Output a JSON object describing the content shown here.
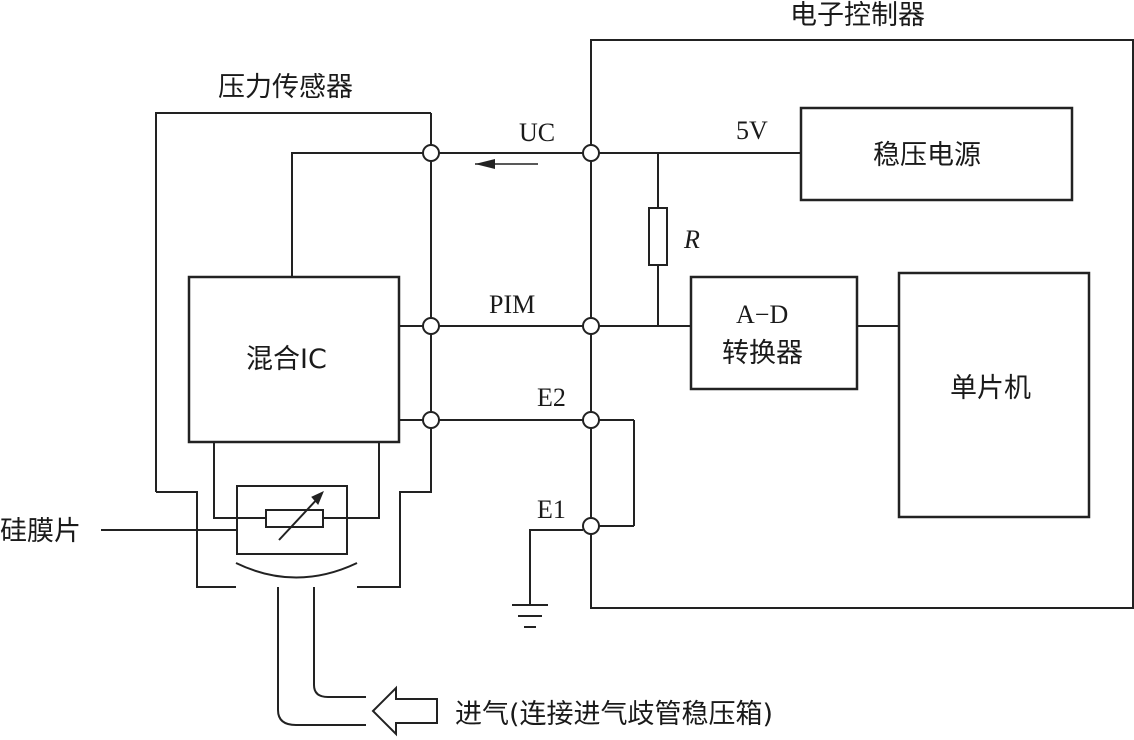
{
  "controller": {
    "title": "电子控制器"
  },
  "sensor": {
    "title": "压力传感器"
  },
  "blocks": {
    "regulator": "稳压电源",
    "adc_line1": "A−D",
    "adc_line2": "转换器",
    "mcu": "单片机",
    "hybrid_ic": "混合IC"
  },
  "signals": {
    "uc": "UC",
    "v5": "5V",
    "r": "R",
    "pim": "PIM",
    "e2": "E2",
    "e1": "E1"
  },
  "silicon_diaphragm": "硅膜片",
  "intake_label": "进气(连接进气歧管稳压箱)"
}
